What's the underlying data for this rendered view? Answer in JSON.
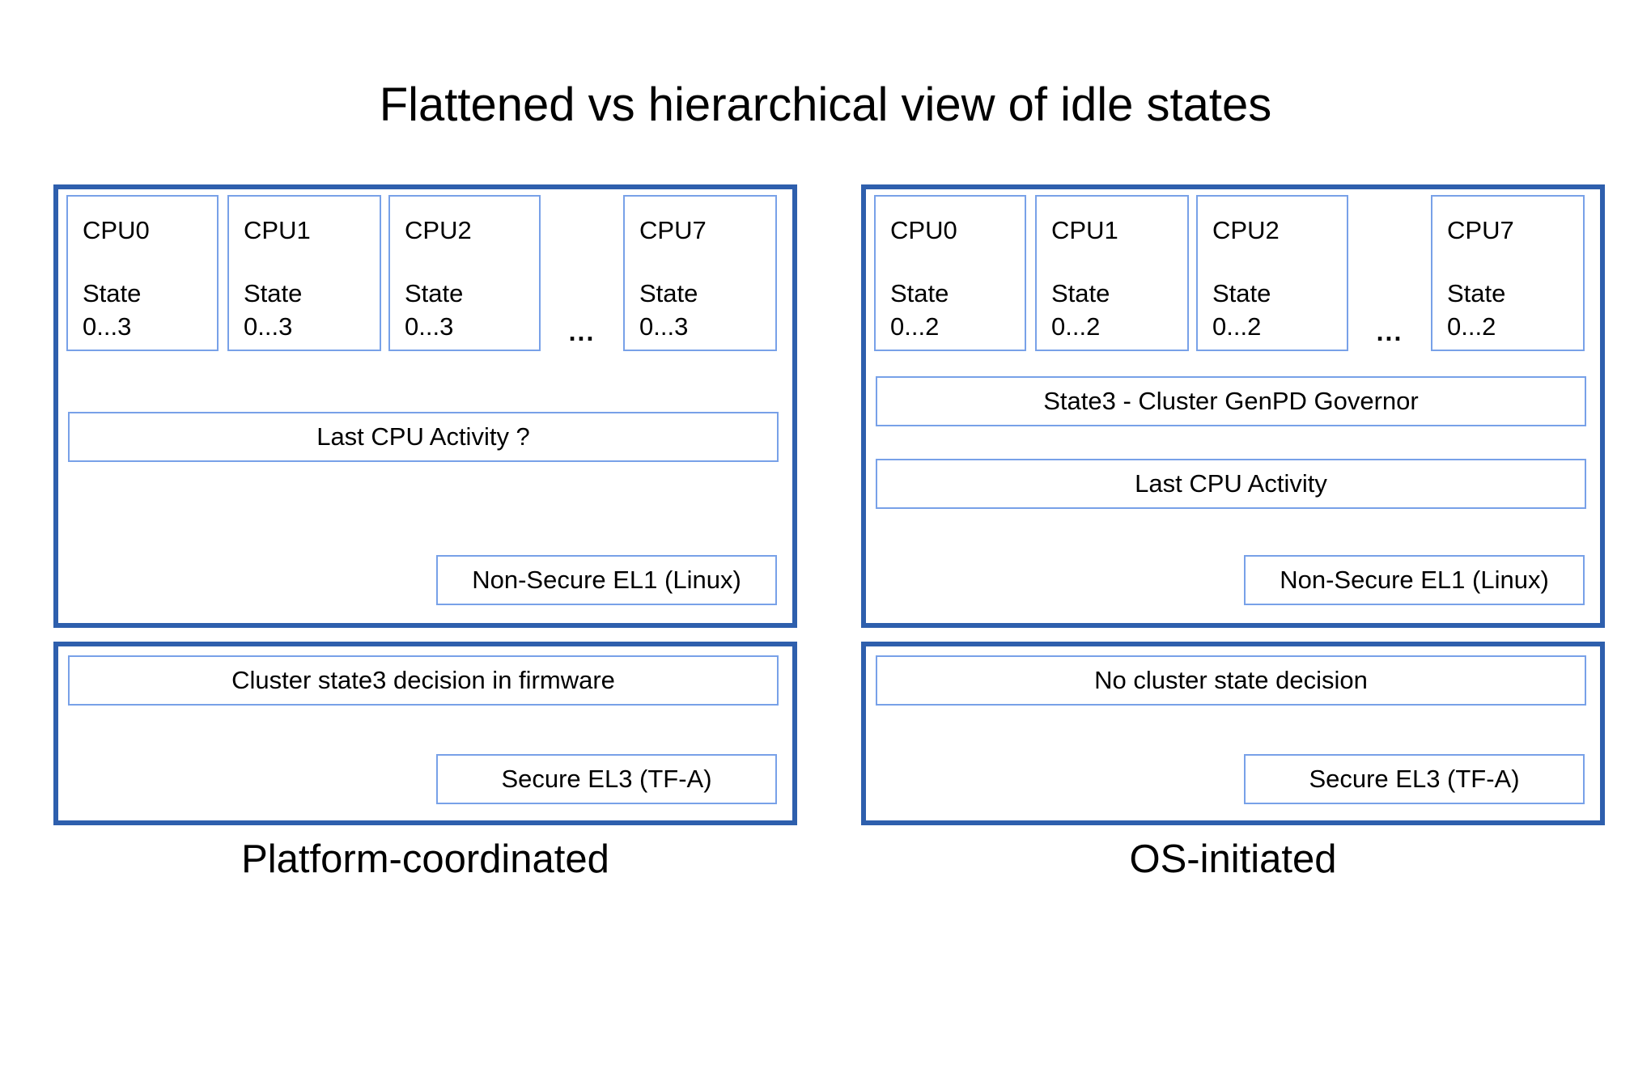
{
  "title": "Flattened vs hierarchical view of idle states",
  "colors": {
    "panel_border": "#2e5fad",
    "box_border": "#78a1e8",
    "text": "#000000",
    "background": "#ffffff"
  },
  "left": {
    "caption": "Platform-coordinated",
    "cpus": [
      {
        "name": "CPU0",
        "state_label": "State",
        "state_range": "0...3"
      },
      {
        "name": "CPU1",
        "state_label": "State",
        "state_range": "0...3"
      },
      {
        "name": "CPU2",
        "state_label": "State",
        "state_range": "0...3"
      },
      {
        "name": "CPU7",
        "state_label": "State",
        "state_range": "0...3"
      }
    ],
    "dots": "...",
    "activity_label": "Last CPU Activity ?",
    "el1_label": "Non-Secure EL1 (Linux)",
    "firmware_label": "Cluster state3 decision in firmware",
    "el3_label": "Secure EL3 (TF-A)"
  },
  "right": {
    "caption": "OS-initiated",
    "cpus": [
      {
        "name": "CPU0",
        "state_label": "State",
        "state_range": "0...2"
      },
      {
        "name": "CPU1",
        "state_label": "State",
        "state_range": "0...2"
      },
      {
        "name": "CPU2",
        "state_label": "State",
        "state_range": "0...2"
      },
      {
        "name": "CPU7",
        "state_label": "State",
        "state_range": "0...2"
      }
    ],
    "dots": "...",
    "governor_label": "State3 - Cluster GenPD Governor",
    "activity_label": "Last CPU Activity",
    "el1_label": "Non-Secure EL1 (Linux)",
    "decision_label": "No cluster state decision",
    "el3_label": "Secure EL3 (TF-A)"
  }
}
